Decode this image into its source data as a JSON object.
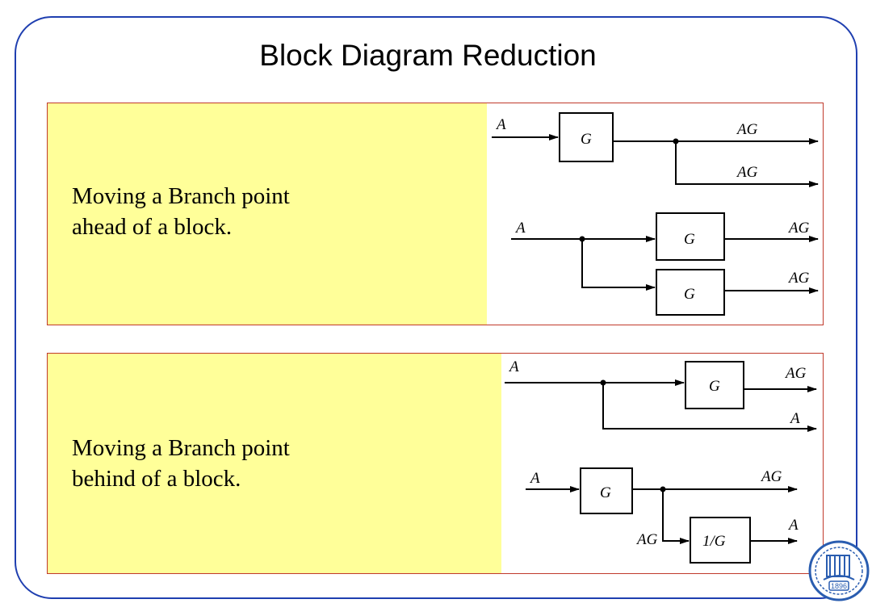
{
  "title": "Block Diagram Reduction",
  "panels": [
    {
      "description_line1": "Moving a Branch point",
      "description_line2": "ahead of a block.",
      "original": {
        "input": "A",
        "block": "G",
        "output1": "AG",
        "output2": "AG"
      },
      "equivalent": {
        "input": "A",
        "block_top": "G",
        "block_bottom": "G",
        "output1": "AG",
        "output2": "AG"
      }
    },
    {
      "description_line1": "Moving a Branch point",
      "description_line2": "behind of a block.",
      "original": {
        "input": "A",
        "block": "G",
        "output1": "AG",
        "output2": "A"
      },
      "equivalent": {
        "input": "A",
        "block": "G",
        "output1": "AG",
        "branch_label": "AG",
        "inverse_block": "1/G",
        "output2": "A"
      }
    }
  ],
  "logo": {
    "text": "1896",
    "color": "#2a5db0"
  }
}
